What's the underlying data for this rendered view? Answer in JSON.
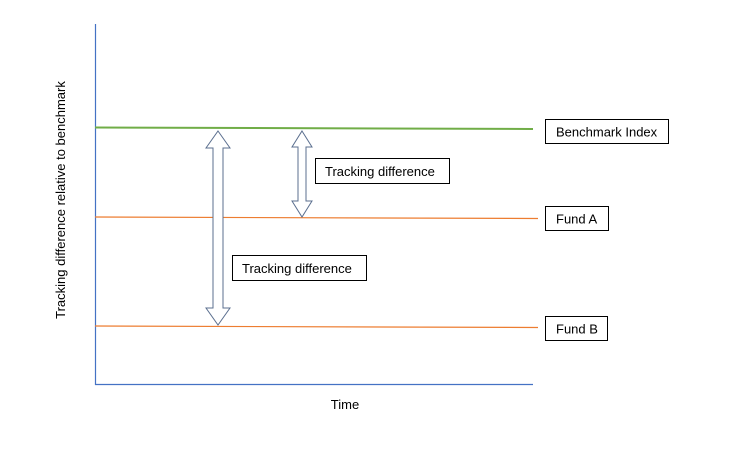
{
  "diagram": {
    "y_axis_label": "Tracking difference relative to benchmark",
    "x_axis_label": "Time",
    "benchmark_label": "Benchmark Index",
    "fund_a_label": "Fund A",
    "fund_b_label": "Fund B",
    "arrow_a_label": "Tracking difference",
    "arrow_b_label": "Tracking difference"
  },
  "colors": {
    "axis": "#4472C4",
    "benchmark_line": "#70AD47",
    "fund_line": "#ED7D31",
    "arrow_outline": "#5B6F8F"
  }
}
